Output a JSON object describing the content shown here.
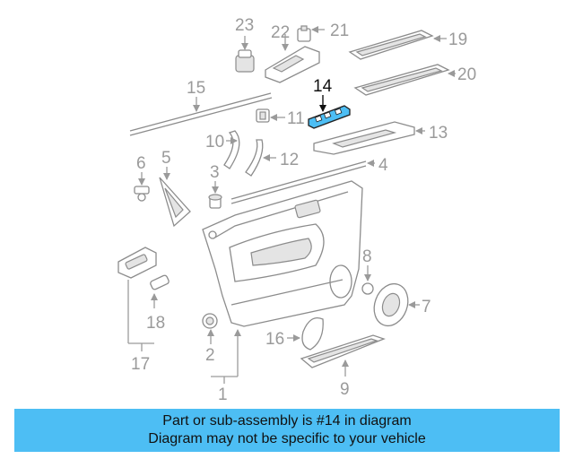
{
  "diagram": {
    "highlighted_part": "14",
    "highlight_color": "#4dbef4",
    "callouts": [
      "1",
      "2",
      "3",
      "4",
      "5",
      "6",
      "7",
      "8",
      "9",
      "10",
      "11",
      "12",
      "13",
      "14",
      "15",
      "16",
      "17",
      "18",
      "19",
      "20",
      "21",
      "22",
      "23"
    ]
  },
  "banner": {
    "line1": "Part or sub-assembly is #14 in diagram",
    "line2": "Diagram may not be specific to your vehicle",
    "color": "#4dbef4"
  }
}
